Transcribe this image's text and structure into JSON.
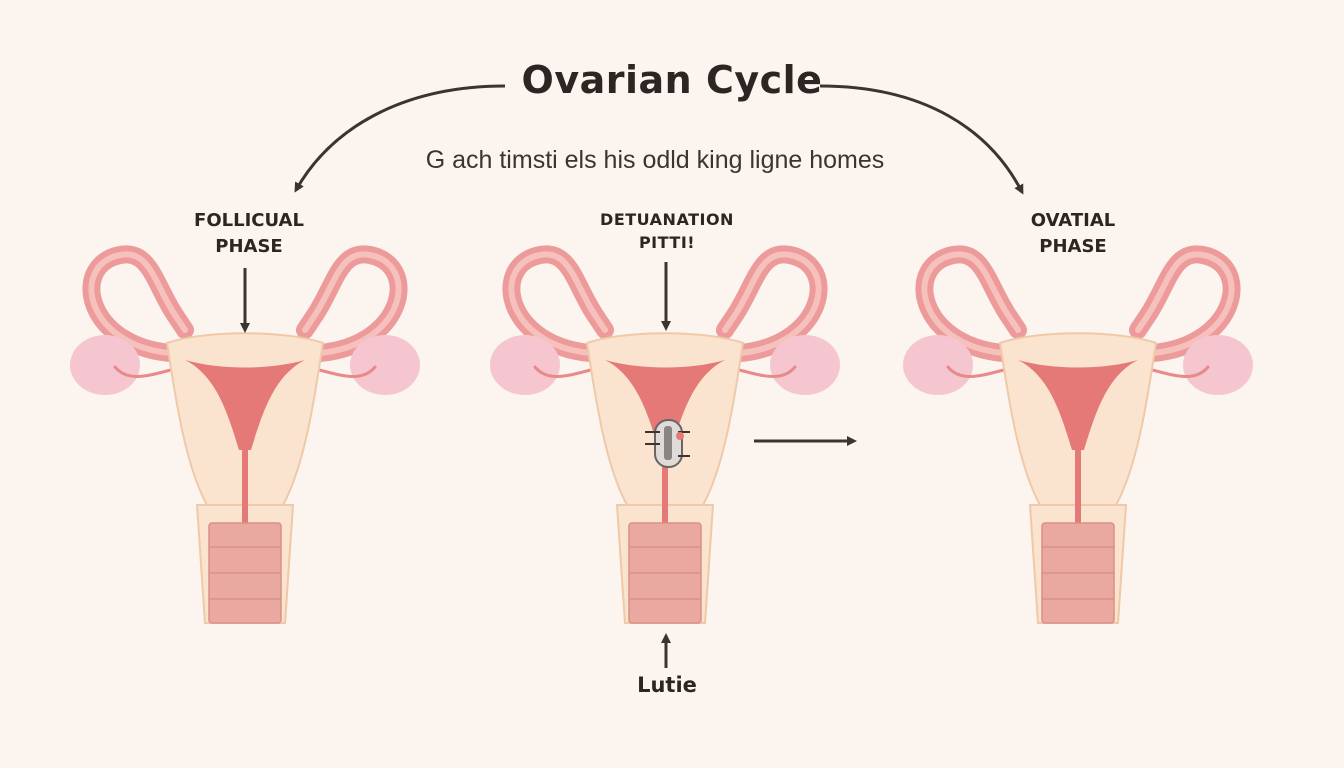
{
  "diagram": {
    "title": "Ovarian Cycle",
    "subtitle": "G ach timsti els his odld king ligne homes",
    "stages": [
      {
        "label_line1": "FOLLICUAL",
        "label_line2": "PHASE"
      },
      {
        "label_line1": "DETUANATION",
        "label_line2": "PITTI!"
      },
      {
        "label_line1": "OVATIAL",
        "label_line2": "PHASE"
      }
    ],
    "bottom_label": "Lutie"
  },
  "colors": {
    "background": "#fbf4ef",
    "tube": "#ec9a9a",
    "tube_inner": "#f6c1bc",
    "ovary": "#f5c6d0",
    "uterus_body": "#fae3cf",
    "uterus_outline": "#efc9a8",
    "endometrium": "#e47978",
    "cervix": "#eaa9a0",
    "arrow": "#3a3532"
  },
  "icons": [
    "arrow-icon",
    "uterus-icon",
    "ovary-icon",
    "tampon-icon"
  ]
}
